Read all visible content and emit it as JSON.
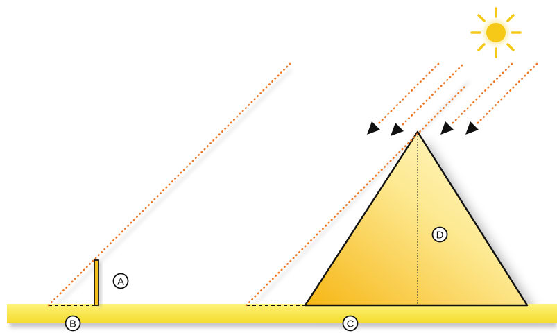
{
  "labels": {
    "a": "A",
    "b": "B",
    "c": "C",
    "d": "D"
  },
  "colors": {
    "ground": "#f8e84a",
    "ground_shadow": "#b9b9b9",
    "stick": "#f2c21a",
    "pyramid_dark": "#f6b614",
    "pyramid_light": "#fffbd0",
    "sun": "#f6c919",
    "ray": "#ee7a28",
    "outline": "#111111"
  },
  "icons": {
    "sun": "sun-icon",
    "arrow": "arrowhead-icon"
  }
}
